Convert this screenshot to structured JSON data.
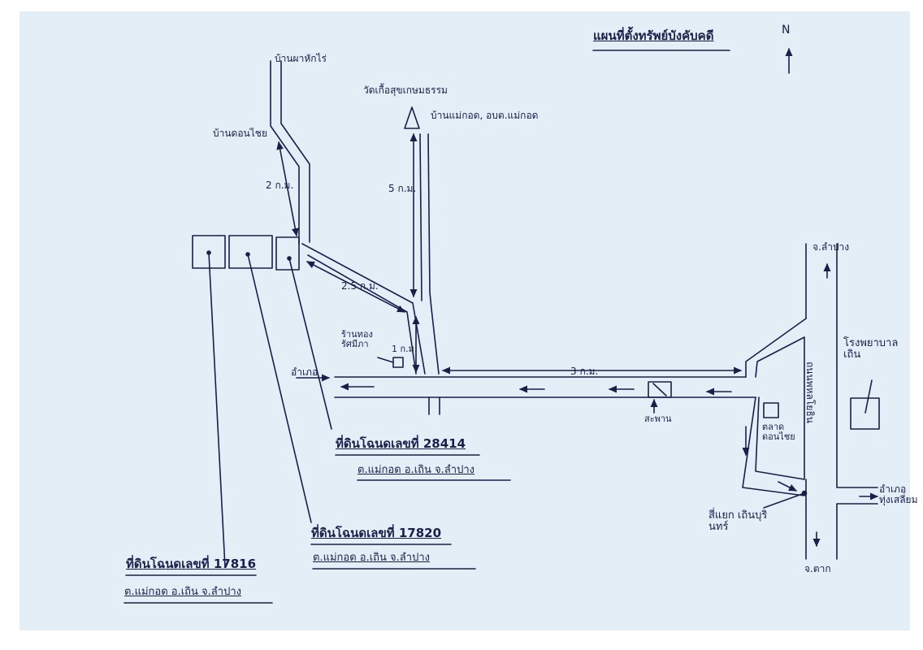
{
  "title": "แผนที่ตั้งทรัพย์บังคับคดี",
  "north": "N",
  "places": {
    "ban_pa_hok_rai": "บ้านผาหักไร่",
    "ban_don_chai": "บ้านดอนไชย",
    "wat": "วัดเกื้อสุขเกษมธรรม",
    "ban_mae_kot": "บ้านแม่กอด, อบต.แม่กอด",
    "shop": "ร้านทอง รัศมีภา",
    "amphoe_left": "อำเภอ",
    "to_lampang": "จ.ลำปาง",
    "hospital": "โรงพยาบาล เถิน",
    "road_name": "ถนนพหลโยธิน",
    "market": "ตลาด ดอนไชย",
    "amphoe_right": "อำเภอ ทุ่งเสลี่ยม",
    "junction": "สี่แยก เถินบุรินทร์",
    "to_tak": "จ.ตาก",
    "bridge": "สะพาน"
  },
  "distances": {
    "d1": "2 ก.ม.",
    "d2": "5 ก.ม.",
    "d3": "2.5 ก.ม.",
    "d4": "1 ก.ม.",
    "d5": "3 ก.ม."
  },
  "parcels": [
    {
      "title": "ที่ดินโฉนดเลขที่ 28414",
      "sub": "ต.แม่กอด อ.เถิน จ.ลำปาง"
    },
    {
      "title": "ที่ดินโฉนดเลขที่ 17820",
      "sub": "ต.แม่กอด อ.เถิน จ.ลำปาง"
    },
    {
      "title": "ที่ดินโฉนดเลขที่ 17816",
      "sub": "ต.แม่กอด อ.เถิน จ.ลำปาง"
    }
  ],
  "colors": {
    "ink": "#1a1f4a",
    "paper": "#e4eef7"
  }
}
